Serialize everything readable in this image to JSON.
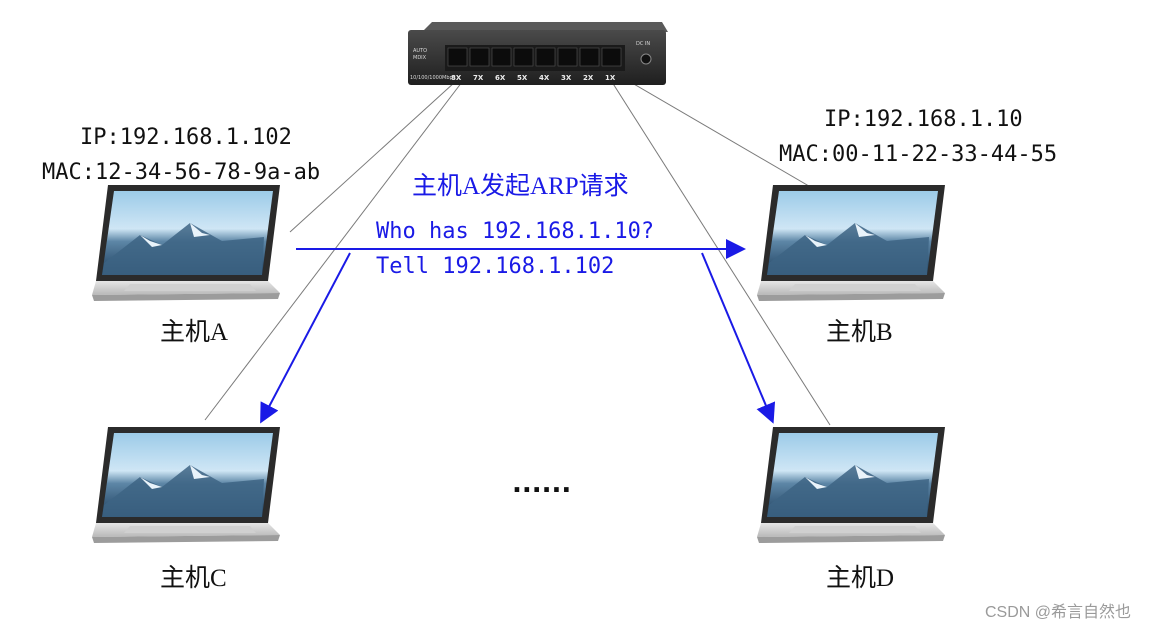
{
  "switch": {
    "brand_lines": [
      "AUTO",
      "MDIX",
      "10/100/1000Mbps"
    ],
    "dc_label": "DC IN",
    "ports": [
      "8X",
      "7X",
      "6X",
      "5X",
      "4X",
      "3X",
      "2X",
      "1X"
    ]
  },
  "hosts": {
    "a": {
      "name": "主机A",
      "ip": "IP:192.168.1.102",
      "mac": "MAC:12-34-56-78-9a-ab"
    },
    "b": {
      "name": "主机B",
      "ip": "IP:192.168.1.10",
      "mac": "MAC:00-11-22-33-44-55"
    },
    "c": {
      "name": "主机C"
    },
    "d": {
      "name": "主机D"
    }
  },
  "request": {
    "title": "主机A发起ARP请求",
    "line1": "Who has 192.168.1.10?",
    "line2": "Tell 192.168.1.102"
  },
  "ellipsis": "......",
  "watermark": "CSDN @希言自然也",
  "colors": {
    "arrow": "#1a1ae6",
    "cable": "#7a7a7a",
    "text": "#111111"
  },
  "icons": [
    "network-switch-icon",
    "laptop-icon"
  ]
}
